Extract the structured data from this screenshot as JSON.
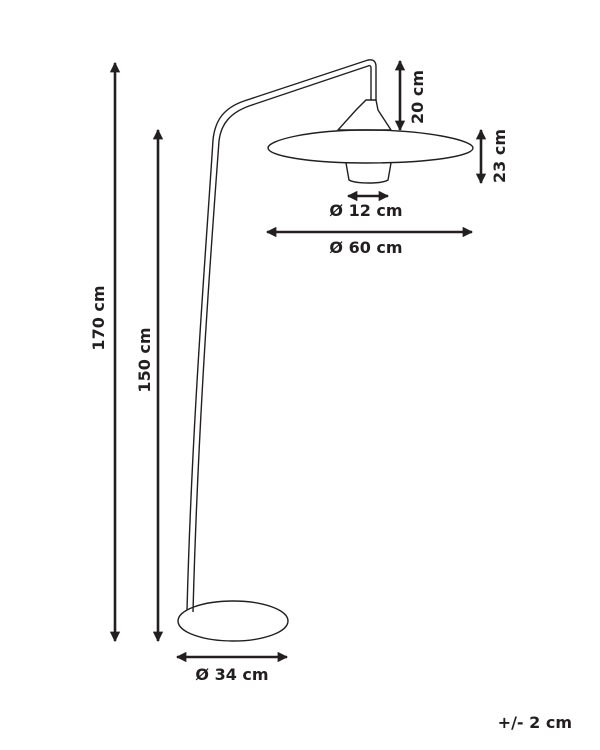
{
  "diagram": {
    "subject": "floor lamp dimensions",
    "colors": {
      "line": "#231f20",
      "background": "#ffffff"
    },
    "dimensions": {
      "total_height": "170 cm",
      "arm_height": "150 cm",
      "shade_drop": "20 cm",
      "shade_height": "23 cm",
      "neck_diameter": "Ø 12 cm",
      "shade_diameter": "Ø 60 cm",
      "base_diameter": "Ø 34 cm"
    },
    "tolerance": "+/- 2 cm"
  }
}
